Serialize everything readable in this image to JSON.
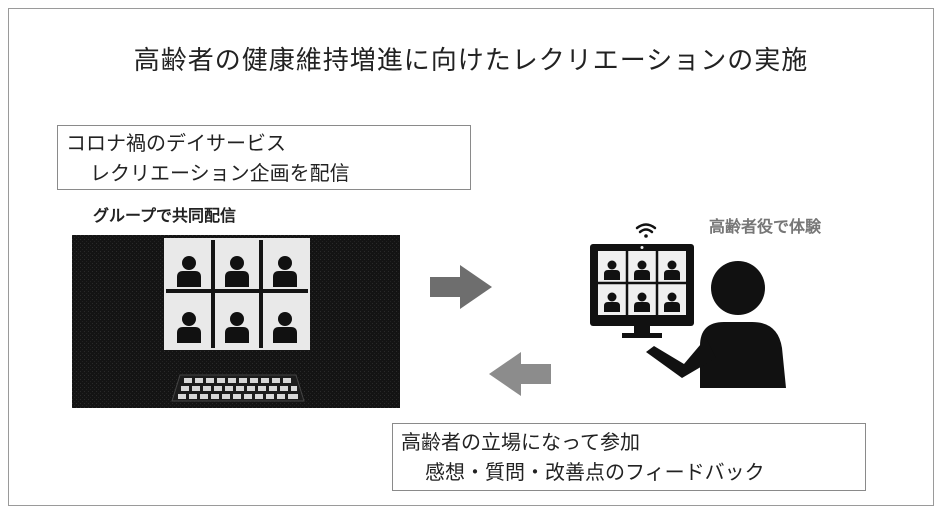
{
  "title": "高齢者の健康維持増進に向けたレクリエーションの実施",
  "top_box": {
    "line1": "コロナ禍のデイサービス",
    "line2": "レクリエーション企画を配信"
  },
  "left_label": "グループで共同配信",
  "right_label": "高齢者役で体験",
  "bottom_box": {
    "line1": "高齢者の立場になって参加",
    "line2": "感想・質問・改善点のフィードバック"
  },
  "colors": {
    "forward_arrow": "#6e6e6e",
    "back_arrow": "#8c8c8c",
    "screen_bg": "#141414",
    "silhouette": "#111111",
    "right_label": "#777777"
  },
  "icons": [
    "wifi-icon",
    "person-silhouette-icon",
    "keyboard-icon",
    "monitor-icon",
    "video-grid-icon"
  ]
}
